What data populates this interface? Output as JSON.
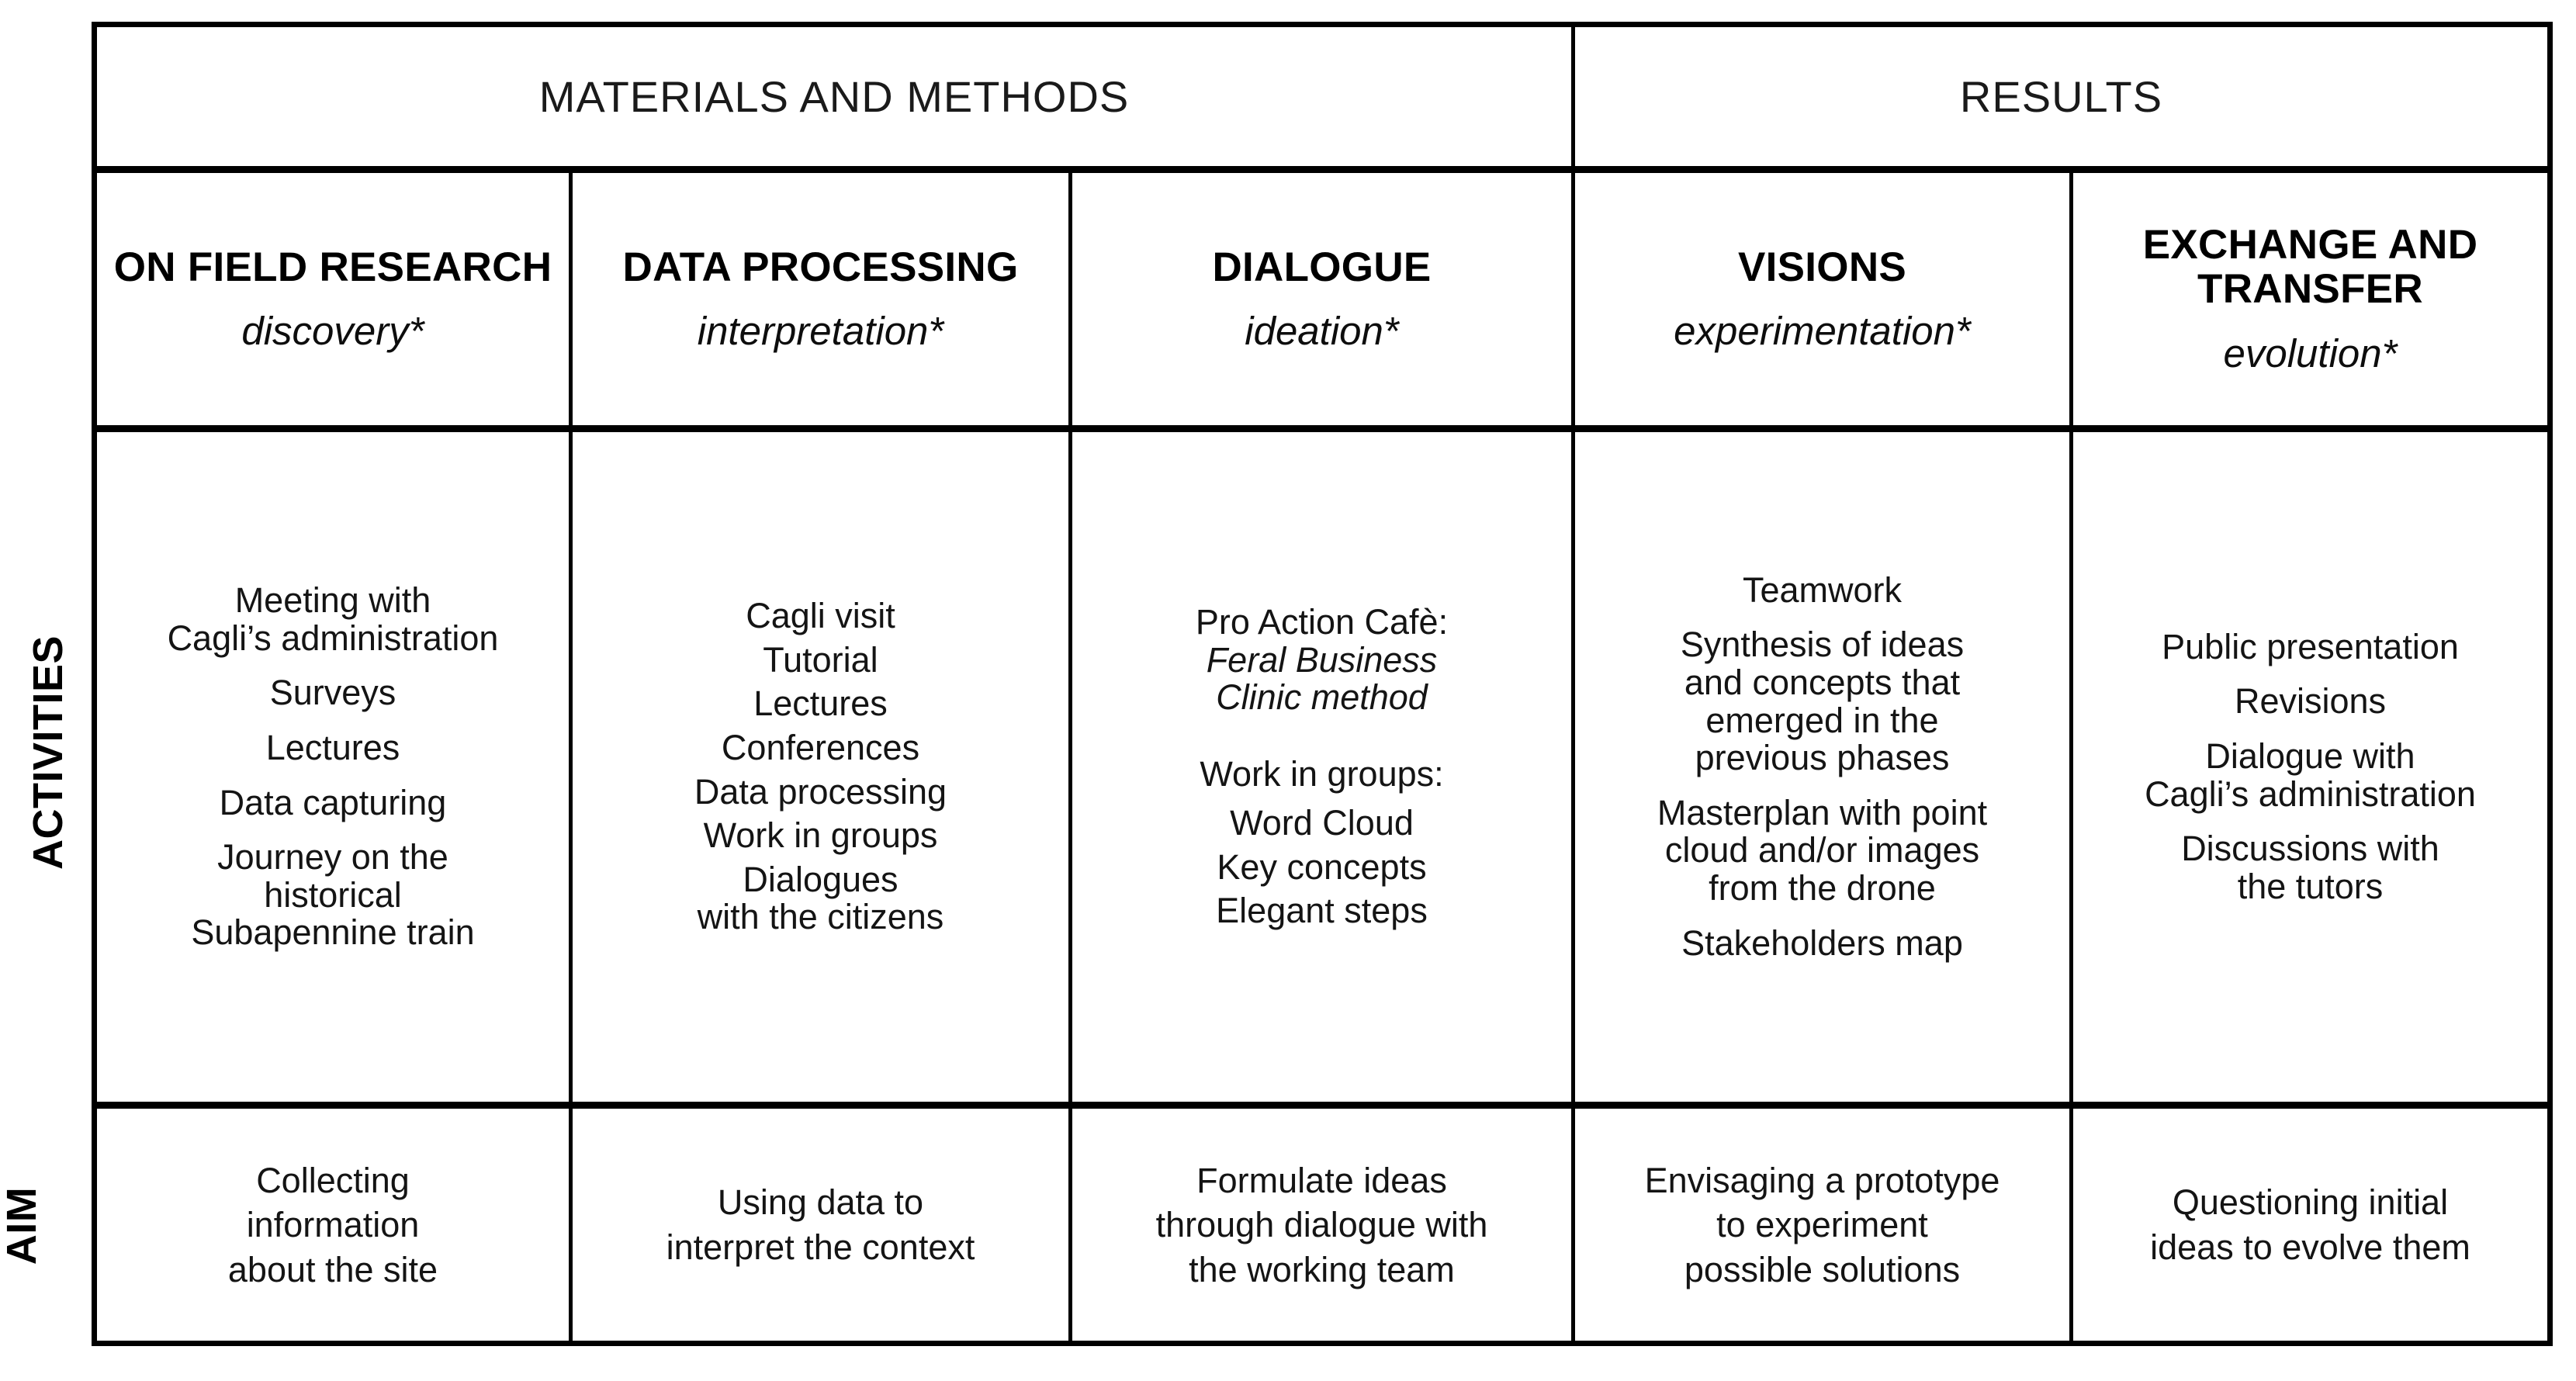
{
  "row_labels": {
    "activities": "ACTIVITIES",
    "aim": "AIM"
  },
  "group_headers": [
    {
      "label": "MATERIALS AND METHODS",
      "spans": 3
    },
    {
      "label": "RESULTS",
      "spans": 2
    }
  ],
  "columns": [
    {
      "title": "ON FIELD RESEARCH",
      "subtitle": "discovery*"
    },
    {
      "title": "DATA PROCESSING",
      "subtitle": "interpretation*"
    },
    {
      "title": "DIALOGUE",
      "subtitle": "ideation*"
    },
    {
      "title": "VISIONS",
      "subtitle": "experimentation*"
    },
    {
      "title": "EXCHANGE AND TRANSFER",
      "subtitle": "evolution*"
    }
  ],
  "activities": {
    "col1": [
      "Meeting with\nCagli’s administration",
      "Surveys",
      "Lectures",
      "Data capturing",
      "Journey on the\nhistorical\nSubapennine train"
    ],
    "col2": [
      "Cagli visit",
      "Tutorial",
      "Lectures",
      "Conferences",
      "Data processing",
      "Work in groups",
      "Dialogues\nwith the citizens"
    ],
    "col3_line1": "Pro Action Cafè:",
    "col3_italic": "Feral Business\nClinic method",
    "col3_rest": [
      "Work in groups:",
      "Word Cloud",
      "Key concepts",
      "Elegant steps"
    ],
    "col4": [
      "Teamwork",
      "Synthesis of ideas\nand concepts that\nemerged in the\nprevious phases",
      "Masterplan with point\ncloud and/or images\nfrom the drone",
      "Stakeholders map"
    ],
    "col5": [
      "Public presentation",
      "Revisions",
      "Dialogue with\nCagli’s administration",
      "Discussions with\nthe tutors"
    ]
  },
  "aim": [
    "Collecting\ninformation\nabout the site",
    "Using data to\ninterpret the context",
    "Formulate ideas\nthrough dialogue with\nthe working team",
    "Envisaging a prototype\nto experiment\npossible solutions",
    "Questioning initial\nideas to evolve them"
  ],
  "colors": {
    "border": "#000000",
    "text": "#141414",
    "background": "#ffffff"
  }
}
